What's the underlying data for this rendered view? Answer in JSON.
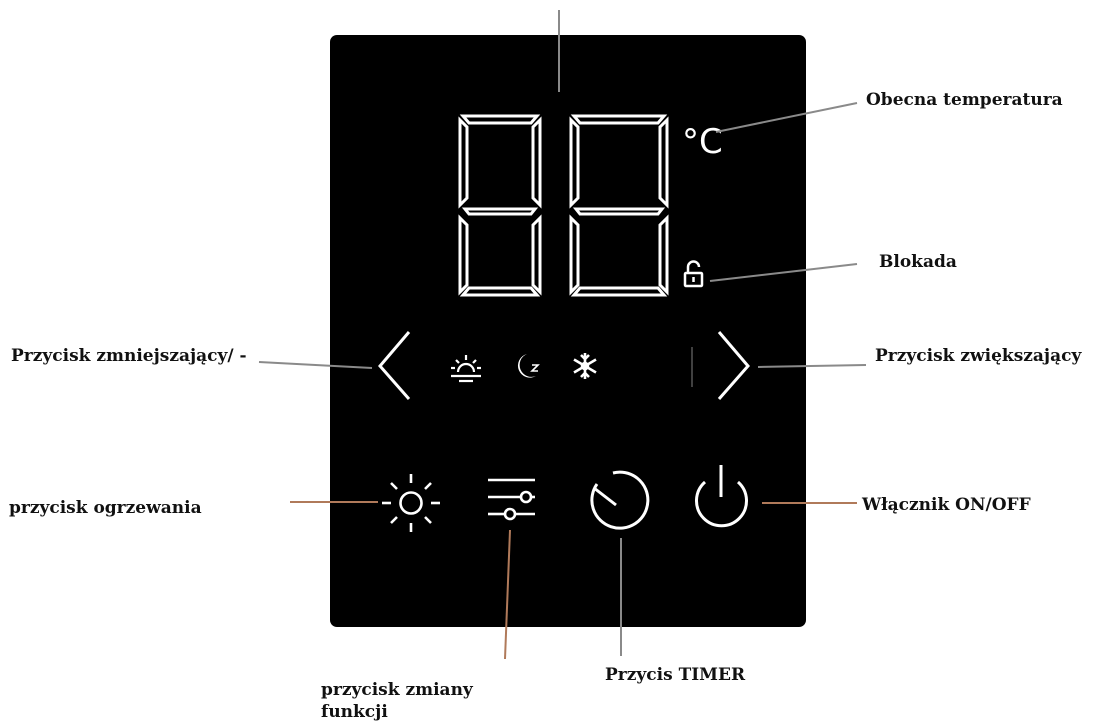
{
  "display": {
    "digits": "88",
    "unit": "°C"
  },
  "modes": [
    {
      "name": "sunrise-icon"
    },
    {
      "name": "moon-sleep-icon"
    },
    {
      "name": "snowflake-icon"
    }
  ],
  "buttons": [
    {
      "name": "decrease-button",
      "icon": "chevron-left-icon"
    },
    {
      "name": "increase-button",
      "icon": "chevron-right-icon"
    },
    {
      "name": "heating-button",
      "icon": "sun-icon"
    },
    {
      "name": "function-change-button",
      "icon": "sliders-icon"
    },
    {
      "name": "timer-button",
      "icon": "timer-icon"
    },
    {
      "name": "power-button",
      "icon": "power-icon"
    }
  ],
  "annotations": {
    "current_temperature": "Obecna temperatura",
    "lock": "Blokada",
    "decrease": "Przycisk zmniejszający/ -",
    "increase": "Przycisk zwiększający",
    "heating": "przycisk ogrzewania",
    "power": "Włącznik ON/OFF",
    "function_change_line1": "przycisk zmiany",
    "function_change_line2": "funkcji",
    "timer": "Przycis TIMER"
  },
  "colors": {
    "panel": "#000000",
    "segments": "#ffffff",
    "leader_gray": "#8a8a8a",
    "leader_brown": "#b07a5a",
    "label_text": "#111111"
  }
}
